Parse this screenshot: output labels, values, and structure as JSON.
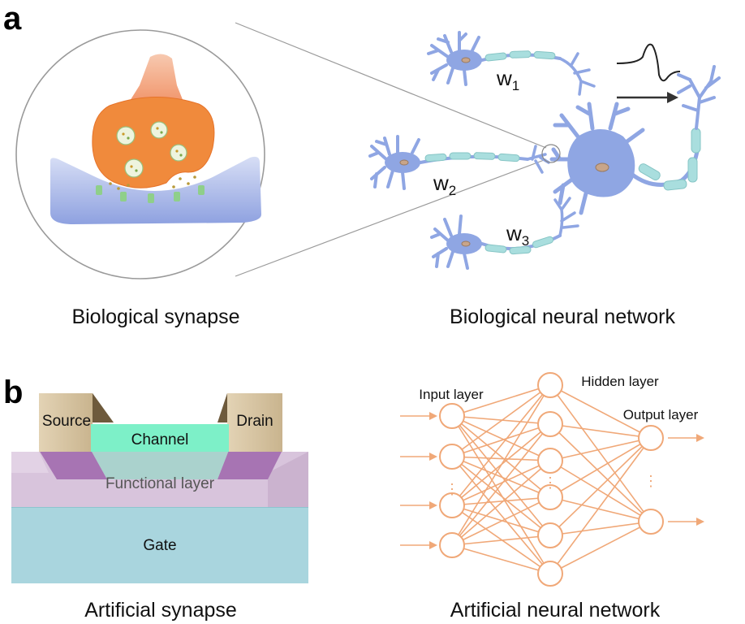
{
  "panel_a": {
    "letter": "a",
    "caption_synapse": "Biological synapse",
    "caption_network": "Biological neural network",
    "weights": [
      {
        "base": "w",
        "sub": "1"
      },
      {
        "base": "w",
        "sub": "2"
      },
      {
        "base": "w",
        "sub": "3"
      }
    ]
  },
  "panel_b": {
    "letter": "b",
    "device": {
      "source": "Source",
      "drain": "Drain",
      "channel": "Channel",
      "functional_layer": "Functional layer",
      "gate": "Gate"
    },
    "caption_synapse": "Artificial synapse",
    "caption_network": "Artificial neural network",
    "network": {
      "input_label": "Input layer",
      "hidden_label": "Hidden layer",
      "output_label": "Output layer",
      "ellipsis": "⋮"
    }
  },
  "colors": {
    "neuron": "#8fa6e3",
    "myelin": "#a9dede",
    "presynaptic": "#f08a3c",
    "postsynaptic": "#a9b8e8",
    "network": "#f0a878",
    "channel": "#7df0c8",
    "functional_layer": "#d8c4dc",
    "gate": "#a9d5de",
    "electrode": "#dccaa8"
  }
}
